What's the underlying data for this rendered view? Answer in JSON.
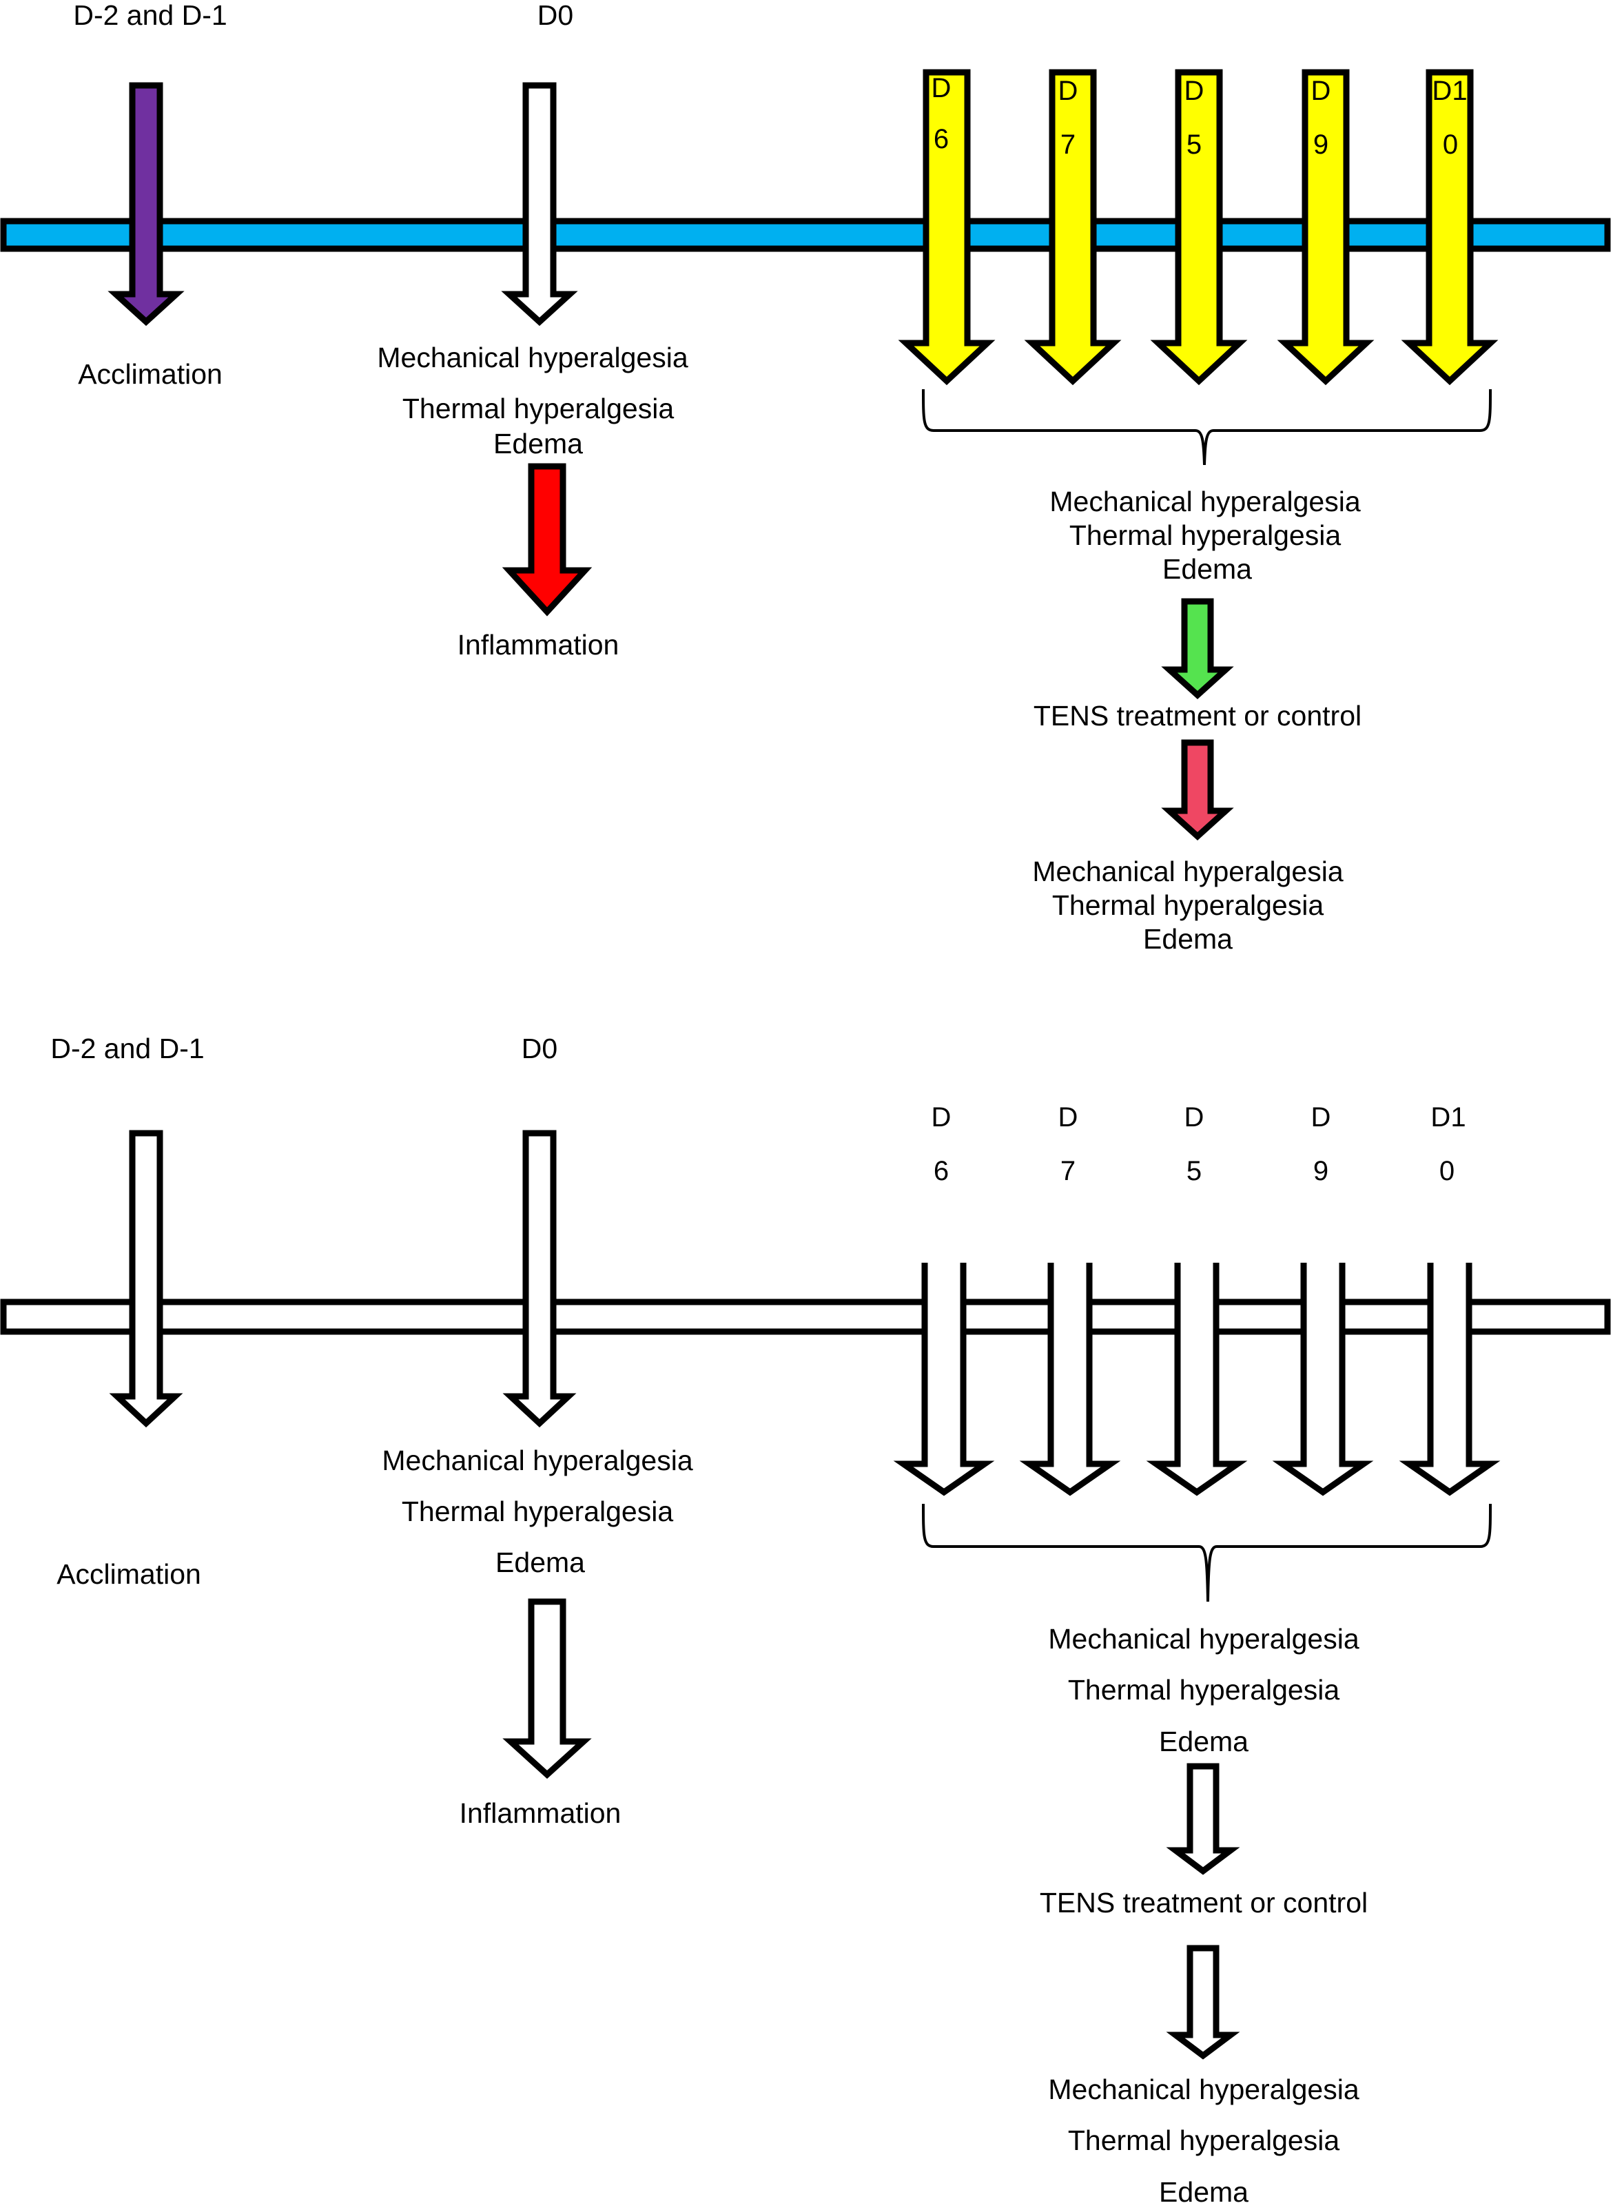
{
  "colors": {
    "timeline_top": "#00B0F0",
    "acclimation_arrow": "#7030A0",
    "d0_arrow": "#FFFFFF",
    "day_arrows": "#FFFF00",
    "inflammation_arrow": "#FF0000",
    "treatment_arrow": "#55E34F",
    "post_treatment_arrow": "#EF4763",
    "outline": "#000000",
    "background": "#FFFFFF"
  },
  "panel_top": {
    "pre_label": "D-2 and D-1",
    "d0_label": "D0",
    "acclimation": "Acclimation",
    "baseline_measures": [
      "Mechanical hyperalgesia",
      "Thermal hyperalgesia",
      "Edema"
    ],
    "inflammation": "Inflammation",
    "days": [
      {
        "line1": "D",
        "line2": "6"
      },
      {
        "line1": "D",
        "line2": "7"
      },
      {
        "line1": "D",
        "line2": "5"
      },
      {
        "line1": "D",
        "line2": "9"
      },
      {
        "line1": "D1",
        "line2": "0"
      }
    ],
    "pre_treatment_measures": [
      "Mechanical hyperalgesia",
      "Thermal hyperalgesia",
      "Edema"
    ],
    "treatment": "TENS treatment or control",
    "post_treatment_measures": [
      "Mechanical hyperalgesia",
      "Thermal hyperalgesia",
      "Edema"
    ]
  },
  "panel_bottom": {
    "pre_label": "D-2 and D-1",
    "d0_label": "D0",
    "acclimation": "Acclimation",
    "baseline_measures": [
      "Mechanical hyperalgesia",
      "Thermal hyperalgesia",
      "Edema"
    ],
    "inflammation": "Inflammation",
    "days": [
      {
        "line1": "D",
        "line2": "6"
      },
      {
        "line1": "D",
        "line2": "7"
      },
      {
        "line1": "D",
        "line2": "5"
      },
      {
        "line1": "D",
        "line2": "9"
      },
      {
        "line1": "D1",
        "line2": "0"
      }
    ],
    "pre_treatment_measures": [
      "Mechanical hyperalgesia",
      "Thermal hyperalgesia",
      "Edema"
    ],
    "treatment": "TENS treatment or control",
    "post_treatment_measures": [
      "Mechanical hyperalgesia",
      "Thermal hyperalgesia",
      "Edema"
    ]
  }
}
